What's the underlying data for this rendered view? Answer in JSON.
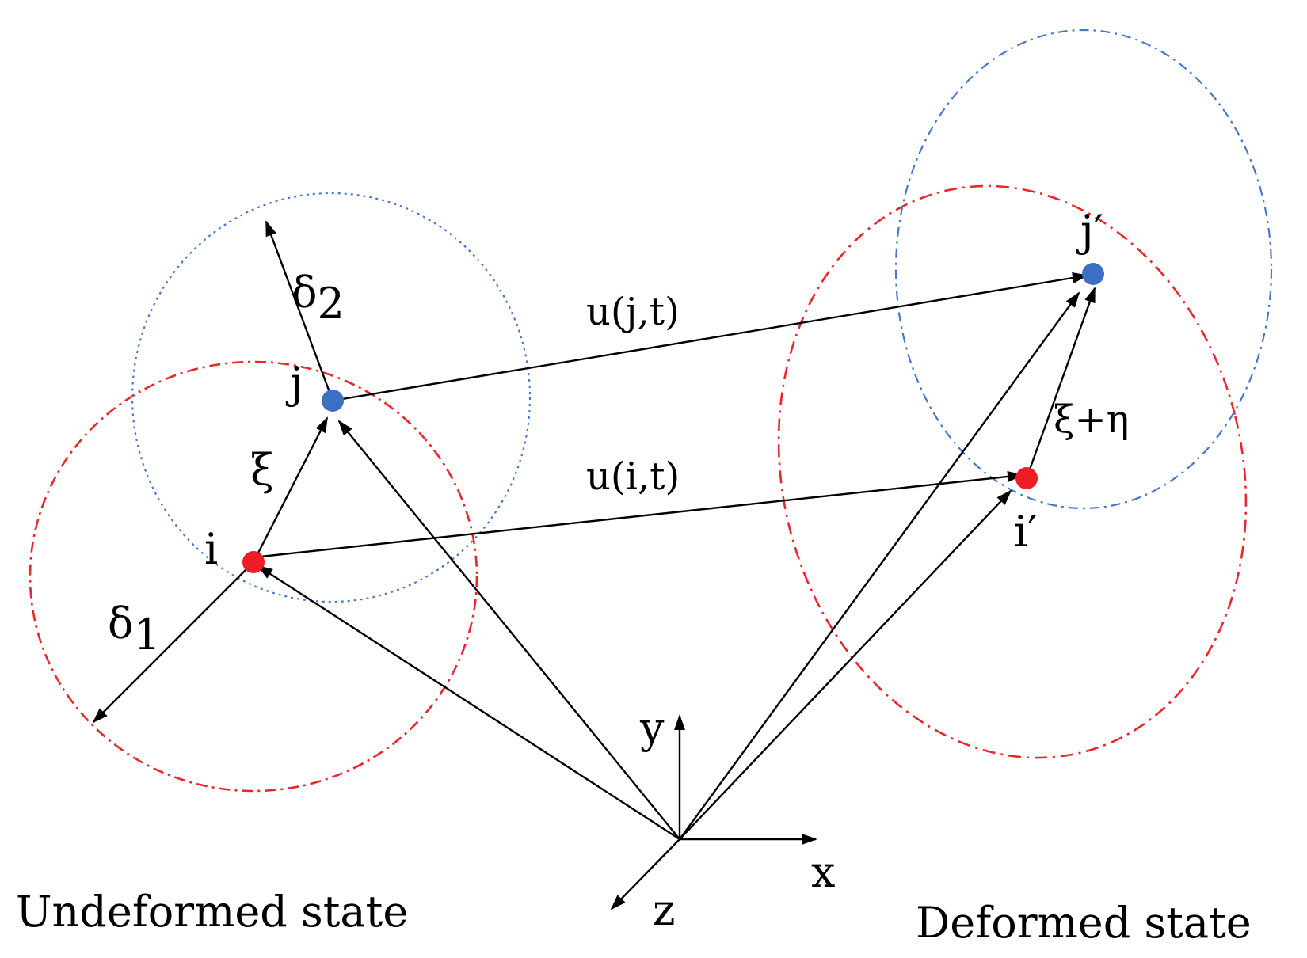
{
  "colors": {
    "undeformed_i_circle": "#e8262b",
    "undeformed_j_circle": "#4a78c8",
    "deformed_i_circle": "#e8262b",
    "deformed_j_circle": "#4a78c8",
    "point_i": "#ee1c24",
    "point_j": "#3a6fc4",
    "arrows": "#000000"
  },
  "labels": {
    "undeformed_state": "Undeformed state",
    "deformed_state": "Deformed state",
    "u_j": "u(j,t)",
    "u_i": "u(i,t)",
    "xi": "ξ",
    "xi_eta": "ξ+η",
    "point_i": "i",
    "point_j": "j",
    "point_i_prime": "i′",
    "point_j_prime": "j′",
    "delta": "δ",
    "delta1_sub": "1",
    "delta2_sub": "2",
    "axis_x": "x",
    "axis_y": "y",
    "axis_z": "z"
  },
  "icons": {
    "arrow_head": "filled-triangle"
  }
}
